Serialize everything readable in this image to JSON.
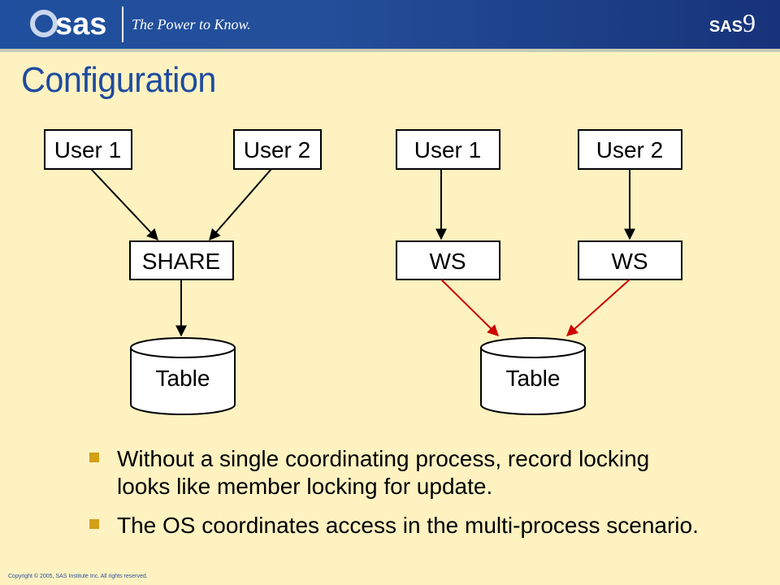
{
  "header": {
    "logo_text": "sas",
    "tagline": "The Power to Know.",
    "brand": "SAS",
    "brand_version": "9"
  },
  "slide": {
    "title": "Configuration"
  },
  "diagram": {
    "left": {
      "user1": "User 1",
      "user2": "User 2",
      "server": "SHARE",
      "table": "Table"
    },
    "right": {
      "user1": "User 1",
      "user2": "User 2",
      "ws1": "WS",
      "ws2": "WS",
      "table": "Table"
    },
    "colors": {
      "black_arrow": "#000000",
      "red_arrow": "#cc0000"
    }
  },
  "bullets": [
    "Without a single coordinating process, record locking looks like member locking for update.",
    "The OS coordinates access in the multi-process scenario."
  ],
  "footer": {
    "copyright": "Copyright © 2005,  SAS Institute Inc. All rights reserved."
  }
}
